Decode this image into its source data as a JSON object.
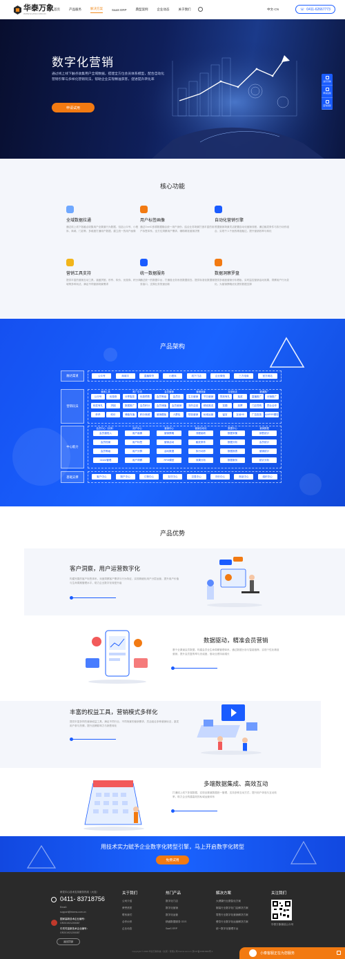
{
  "nav": {
    "logo_text": "华泰万象",
    "logo_sub": "WWW.HUATAI.COM.CN",
    "items": [
      {
        "label": "首页",
        "active": false
      },
      {
        "label": "产品服务",
        "active": false
      },
      {
        "label": "解决方案",
        "active": true
      },
      {
        "label": "SaaS ERP",
        "active": false
      },
      {
        "label": "典型案例",
        "active": false
      },
      {
        "label": "企业动态",
        "active": false
      },
      {
        "label": "关于我们",
        "active": false
      }
    ],
    "lang": "中文-CN",
    "phone": "0411-62667773",
    "search_icon": "search-icon",
    "phone_icon": "phone-icon"
  },
  "hero": {
    "title": "数字化营销",
    "desc": "通过线上线下触点收集用户全域数据，搭建全方位会员体系模型，配合自动化营销引擎与多样化营销玩法，帮助企业实现精准获客，促进提升转化率",
    "button": "申请试用",
    "side_tabs": [
      "演示咨询",
      "申请试用",
      "回到顶部"
    ]
  },
  "core": {
    "title": "核心功能",
    "features": [
      {
        "name": "全域数据拉通",
        "desc": "通过线上线下各触点收集用户全渠道行为数据，包括公众号、小程序、商城、门店等，多维度打通用户数据，建立统一的用户画像"
      },
      {
        "name": "用户标签画像",
        "desc": "通过OneID多源数据融合统一用户身份，结合业务场景打造丰富的用户标签体系，全方位洞察用户需求，辅助精准营销决策"
      },
      {
        "name": "自动化营销引擎",
        "desc": "根据营销场景灵活配置自动化营销流程，通过触发条件与执行动作组合，实现千人千面的精准触达，提升营销效率与转化"
      },
      {
        "name": "营销工具支持",
        "desc": "提供丰富的营销互动工具，涵盖拼团、秒杀、砍价、优惠券、积分商城等多种玩法，满足不同营销场景需求"
      },
      {
        "name": "统一数据服务",
        "desc": "通过统一的数据中台，打通各业务系统数据孤岛，提供标准化数据服务接口，支撑业务快速创新"
      },
      {
        "name": "数据洞察罗盘",
        "desc": "提供多维度营销分析看板，实时监控营销活动效果，洞察用户行为变化，为营销策略优化提供数据支撑"
      }
    ]
  },
  "arch": {
    "title": "产品架构",
    "rows": [
      {
        "label": "触达渠道",
        "chips": [
          "公众号",
          "商城平",
          "直播带货",
          "小程序",
          "线下门店",
          "企业微信",
          "三方电商",
          "官方网站"
        ]
      },
      {
        "label": "营销玩法",
        "groups": [
          {
            "title": "营销工具",
            "chips": [
              "公众号",
              "优惠券",
              "转发有礼",
              "拼团",
              "秒杀",
              "砍价"
            ]
          },
          {
            "title": "推广引流",
            "chips": [
              "分享裂变",
              "优惠预售",
              "数据推广",
              "会员积分",
              "储值充值",
              "积分商城"
            ]
          },
          {
            "title": "会员营销",
            "chips": [
              "会员等级",
              "会员日",
              "会员储值",
              "会员营销",
              "营销模板",
              "人群包"
            ]
          },
          {
            "title": "营销场景",
            "chips": [
              "生日营销",
              "节日营销",
              "流失召回",
              "精准推送",
              "短信营销",
              "私域运营"
            ]
          },
          {
            "title": "互动玩法",
            "chips": [
              "签到有礼",
              "抽奖",
              "答题",
              "投票",
              "留言",
              "互动H5"
            ]
          },
          {
            "title": "渠道推广",
            "chips": [
              "直播推广",
              "分销推广",
              "门店导购",
              "异业合作",
              "广告投放",
              "AARRR模型"
            ]
          }
        ]
      },
      {
        "label": "中心能力",
        "groups": [
          {
            "title": "会员中心（实体）",
            "chips": [
              "会员建档入",
              "会员档案",
              "会员等级",
              "Oneid管理"
            ]
          },
          {
            "title": "用户中心",
            "chips": [
              "用户画像",
              "用户标签",
              "用户分群",
              "用户洞察"
            ]
          },
          {
            "title": "营销中心",
            "chips": [
              "营销策略",
              "营销活动",
              "活动数据",
              "RFM模型"
            ]
          },
          {
            "title": "营销自动化",
            "chips": [
              "流程画布",
              "触发条件",
              "执行动作",
              "效果分析"
            ]
          },
          {
            "title": "数据中心",
            "chips": [
              "数据采集",
              "数据分析",
              "数据报表",
              "数据服务"
            ]
          },
          {
            "title": "营销数据",
            "chips": [
              "销售统计",
              "会员统计",
              "营销统计",
              "统计分析"
            ]
          }
        ]
      },
      {
        "label": "基础支撑",
        "chips": [
          "客户中心",
          "账户中心",
          "订单中心",
          "支付中心",
          "交易中心",
          "评价中心",
          "商品中心",
          "组织中心"
        ]
      }
    ]
  },
  "advantages": {
    "title": "产品优势",
    "items": [
      {
        "title": "客户洞察，用户运营数字化",
        "desc": "构建完善的客户标签体系，深度洞察客户需求与行为特征，实现精细化用户分层运营，提升用户价值与生命周期管理水平，助力企业数字化转型升级"
      },
      {
        "title": "数据驱动，精准会员营销",
        "desc": "基于全渠道会员数据，构建会员全生命周期管理体系，通过数据分析与智能推荐，实现个性化精准营销，提升会员复购率与忠诚度，驱动业绩持续增长"
      },
      {
        "title": "丰富的权益工具，营销模式多样化",
        "desc": "提供丰富多样的营销权益工具，满足不同行业、不同场景的营销需求，灵活组合多种营销玩法，激发用户参与热情，提升品牌影响力与销售转化"
      },
      {
        "title": "多端数据集成、高效互动",
        "desc": "打通线上线下多端数据，实现全渠道数据统一管理，支持多种互动方式，提升用户体验与互动效率，助力企业构建高效的私域运营体系"
      }
    ]
  },
  "cta": {
    "text": "用技术实力赋予企业数字化转型引擎，马上开启数字化转型",
    "button": "免费试用"
  },
  "footer": {
    "hotline_label": "研发中心技术支持服务热线（大连）",
    "phone": "0411- 83718756",
    "email_label": "Email：",
    "email": "support@htwms.com.cn",
    "cert1_title": "国家高新技术企业编号：",
    "cert1_no": "GR201921200087",
    "cert2_title": "中关村高新技术企业编号：",
    "cert2_no": "GR201921200087",
    "back_button": "返回顶部",
    "columns": [
      {
        "title": "关于我们",
        "links": [
          "公司介绍",
          "荣誉资质",
          "联系我们",
          "合作伙伴",
          "企业动态"
        ]
      },
      {
        "title": "热门产品",
        "links": [
          "数字化门店",
          "数字化营销",
          "数字化运营",
          "精细数据服务 ODS",
          "SaaS ERP"
        ]
      },
      {
        "title": "解决方案",
        "links": [
          "大健康行业数智化方案",
          "服装行业数字化门店解决方案",
          "零售行业数字化营销解决方案",
          "餐饮行业数字化运营解决方案",
          "统一数字化管理平台"
        ]
      },
      {
        "title": "关注我们",
        "links": [
          "华泰万象微信公众号"
        ]
      }
    ],
    "copyright": "Copyright © 2019 华泰万象科技（北京）有限公司 htwms.com.cn 京ICP备19001820号-1",
    "chat": "小泰客服正在为您服务"
  },
  "colors": {
    "brand_blue": "#1a5cff",
    "accent_orange": "#f27a12",
    "hero_dark": "#0f1f5a"
  }
}
